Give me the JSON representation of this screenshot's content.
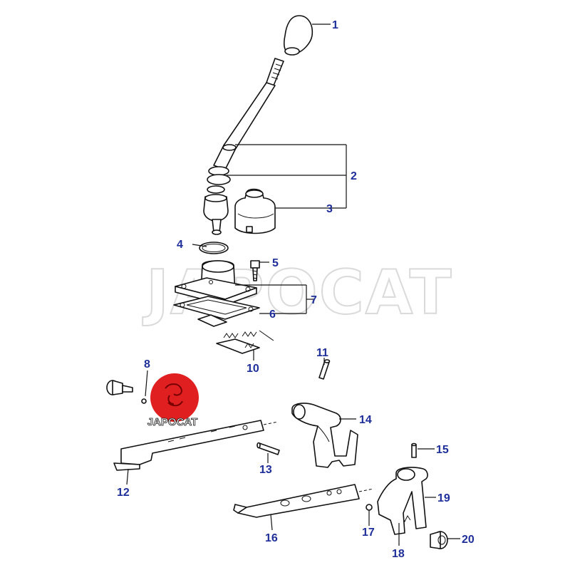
{
  "watermark": "JAPOCAT",
  "logo": {
    "text": "JAPOCAT",
    "color": "#e02020"
  },
  "colors": {
    "callout": "#1f2f9a",
    "line": "#111111"
  },
  "callouts": [
    "1",
    "2",
    "3",
    "4",
    "5",
    "6",
    "7",
    "8",
    "10",
    "11",
    "12",
    "13",
    "14",
    "15",
    "16",
    "17",
    "18",
    "19",
    "20"
  ]
}
